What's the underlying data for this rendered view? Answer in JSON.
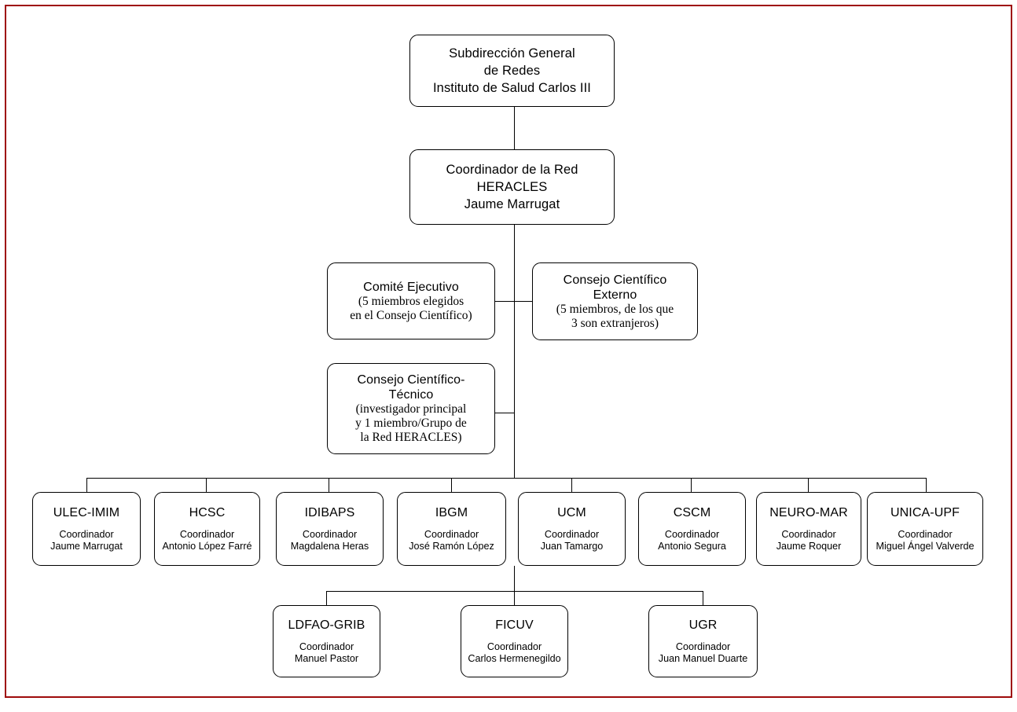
{
  "frame": {
    "color": "#9e0b0b"
  },
  "chart": {
    "type": "org-chart",
    "root": {
      "title": "Subdirección General\nde Redes\nInstituto de Salud Carlos III"
    },
    "coordinator": {
      "title": "Coordinador de la Red\nHERACLES\nJaume Marrugat"
    },
    "committees": [
      {
        "name": "comite-ejecutivo",
        "title": "Comité Ejecutivo",
        "detail": "(5 miembros elegidos\nen el Consejo Científico)"
      },
      {
        "name": "consejo-cientifico-externo",
        "title": "Consejo Científico\nExterno",
        "detail": "(5 miembros, de los que\n3 son extranjeros)"
      },
      {
        "name": "consejo-cientifico-tecnico",
        "title": "Consejo Científico-\nTécnico",
        "detail": "(investigador principal\ny 1 miembro/Grupo de\nla Red HERACLES)"
      }
    ],
    "units_row1": [
      {
        "code": "ULEC-IMIM",
        "role": "Coordinador",
        "person": "Jaume Marrugat"
      },
      {
        "code": "HCSC",
        "role": "Coordinador",
        "person": "Antonio López Farré"
      },
      {
        "code": "IDIBAPS",
        "role": "Coordinador",
        "person": "Magdalena Heras"
      },
      {
        "code": "IBGM",
        "role": "Coordinador",
        "person": "José Ramón López"
      },
      {
        "code": "UCM",
        "role": "Coordinador",
        "person": "Juan Tamargo"
      },
      {
        "code": "CSCM",
        "role": "Coordinador",
        "person": "Antonio Segura"
      },
      {
        "code": "NEURO-MAR",
        "role": "Coordinador",
        "person": "Jaume Roquer"
      },
      {
        "code": "UNICA-UPF",
        "role": "Coordinador",
        "person": "Miguel Ángel Valverde"
      }
    ],
    "units_row2": [
      {
        "code": "LDFAO-GRIB",
        "role": "Coordinador",
        "person": "Manuel Pastor"
      },
      {
        "code": "FICUV",
        "role": "Coordinador",
        "person": "Carlos Hermenegildo"
      },
      {
        "code": "UGR",
        "role": "Coordinador",
        "person": "Juan Manuel Duarte"
      }
    ]
  }
}
